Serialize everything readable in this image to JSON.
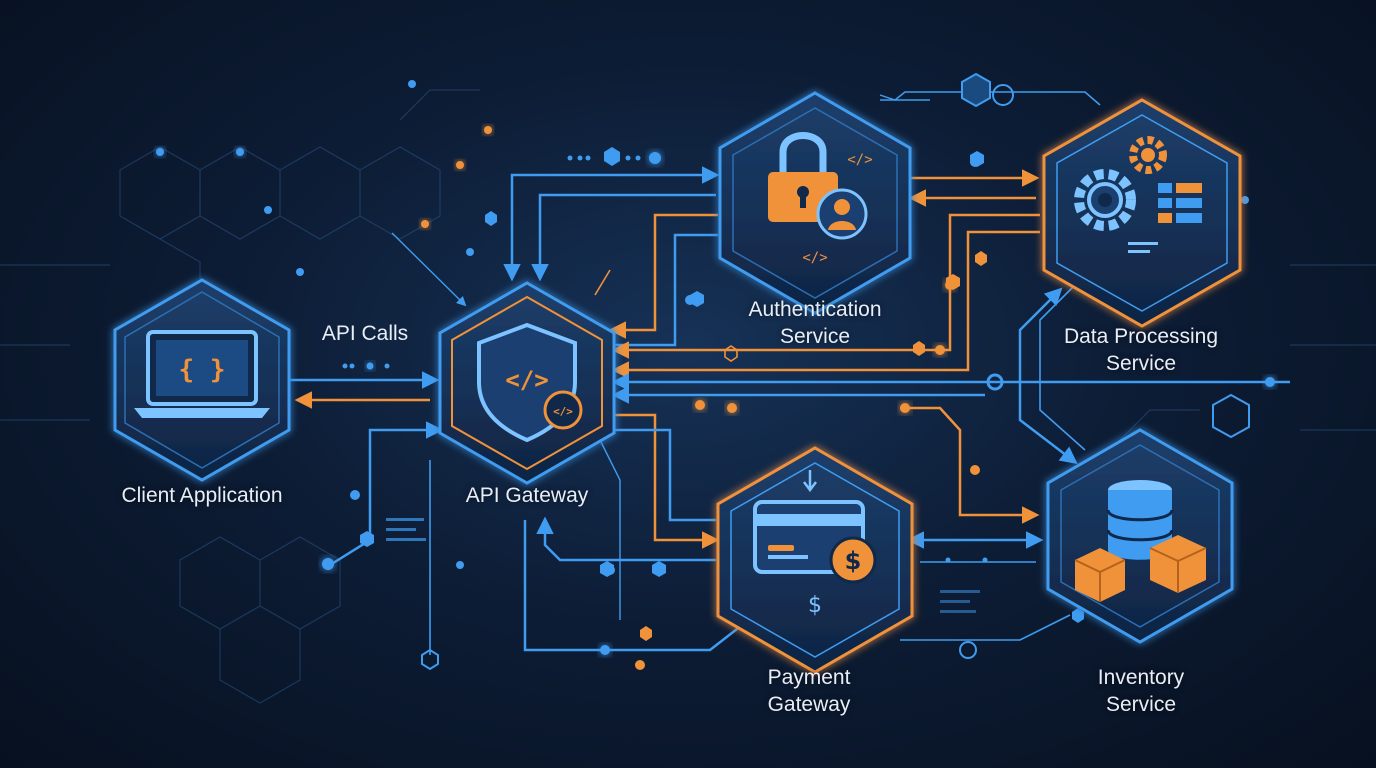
{
  "nodes": {
    "client": {
      "label": "Client Application",
      "icon": "laptop-code-icon"
    },
    "gateway": {
      "label": "API Gateway",
      "icon": "shield-code-icon"
    },
    "auth": {
      "label": "Authentication\nService",
      "icon": "lock-user-icon"
    },
    "data": {
      "label": "Data Processing\nService",
      "icon": "gears-table-icon"
    },
    "payment": {
      "label": "Payment\nGateway",
      "icon": "credit-card-dollar-icon"
    },
    "inventory": {
      "label": "Inventory\nService",
      "icon": "database-boxes-icon"
    }
  },
  "edges": {
    "api_calls": "API Calls"
  },
  "colors": {
    "blue": "#3f9cf0",
    "orange": "#f0923a",
    "background": "#0d1d36"
  }
}
